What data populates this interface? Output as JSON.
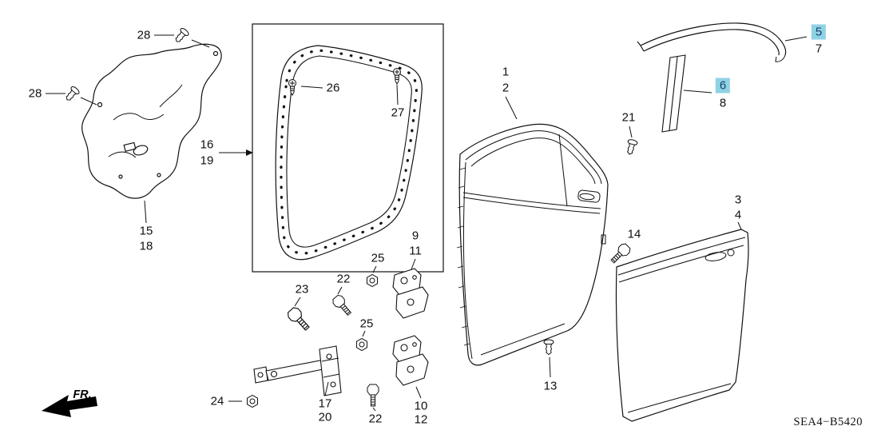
{
  "diagram_code": "SEA4−B5420",
  "fr_label": "FR.",
  "highlight_color": "#8fd2e4",
  "callouts": {
    "c1": "1",
    "c2": "2",
    "c3": "3",
    "c4": "4",
    "c5": "5",
    "c6": "6",
    "c7": "7",
    "c8": "8",
    "c9": "9",
    "c10": "10",
    "c11": "11",
    "c12": "12",
    "c13": "13",
    "c14": "14",
    "c15": "15",
    "c16": "16",
    "c17": "17",
    "c18": "18",
    "c19": "19",
    "c20": "20",
    "c21": "21",
    "c22a": "22",
    "c22b": "22",
    "c23": "23",
    "c24": "24",
    "c25a": "25",
    "c25b": "25",
    "c26": "26",
    "c27": "27",
    "c28a": "28",
    "c28b": "28"
  },
  "icons": {
    "fr_direction_arrow": "solid left-pointing arrow",
    "push_clip": "mushroom push-clip fastener",
    "phillips_screw": "phillips-head screw fastener",
    "hex_bolt": "hex flange bolt fastener",
    "hex_nut": "hex nut fastener"
  }
}
